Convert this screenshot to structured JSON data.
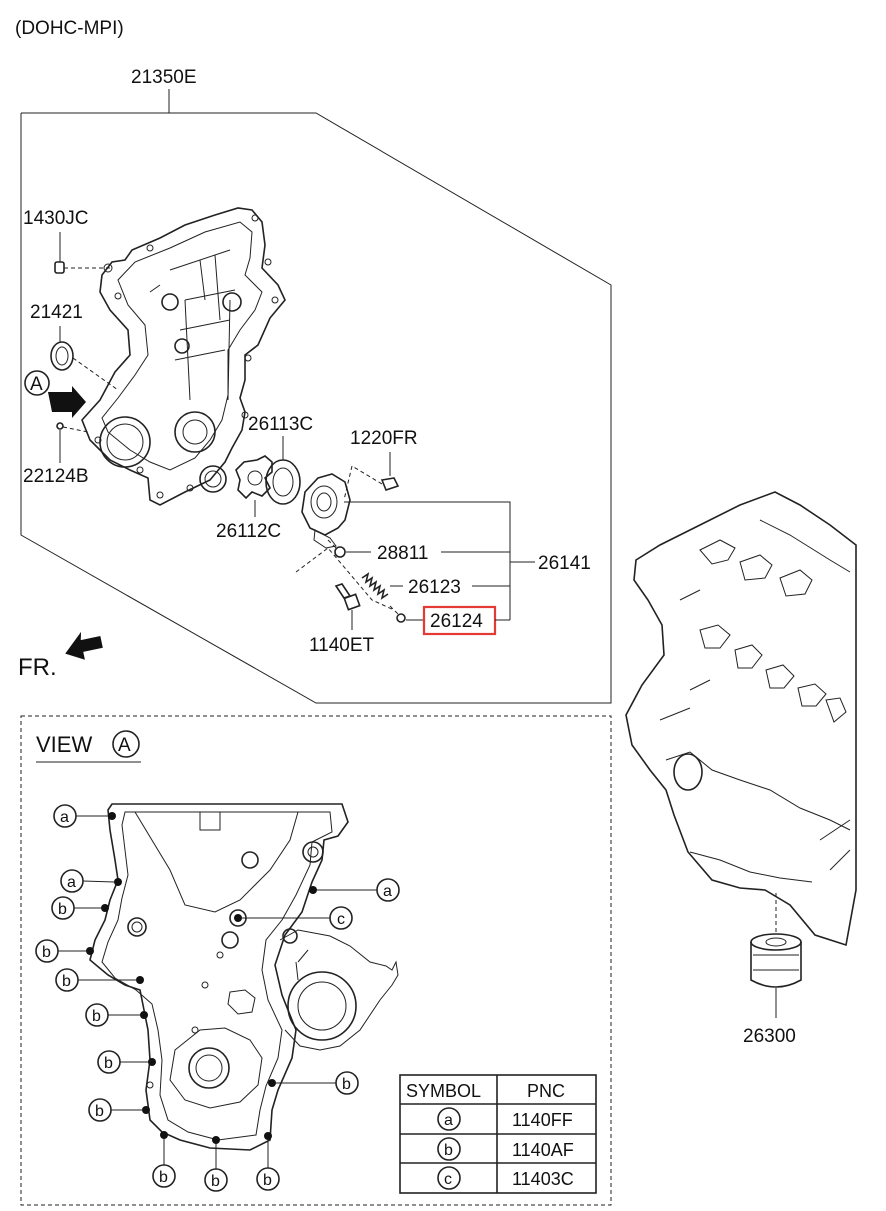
{
  "header": {
    "engine_type": "(DOHC-MPI)"
  },
  "assembly_label": "21350E",
  "callouts": {
    "c1430jc": "1430JC",
    "c21421": "21421",
    "c22124b": "22124B",
    "c26113c": "26113C",
    "c1220fr": "1220FR",
    "c26112c": "26112C",
    "c28811": "28811",
    "c26141": "26141",
    "c26123": "26123",
    "c26124": "26124",
    "c1140et": "1140ET",
    "c26300": "26300"
  },
  "highlight_color": "#e53935",
  "view_marker": "A",
  "front_label": "FR.",
  "view": {
    "title": "VIEW",
    "marker": "A"
  },
  "symbols": {
    "a": "a",
    "b": "b",
    "c": "c"
  },
  "table": {
    "headers": [
      "SYMBOL",
      "PNC"
    ],
    "rows": [
      {
        "symbol": "a",
        "pnc": "1140FF"
      },
      {
        "symbol": "b",
        "pnc": "1140AF"
      },
      {
        "symbol": "c",
        "pnc": "11403C"
      }
    ]
  }
}
